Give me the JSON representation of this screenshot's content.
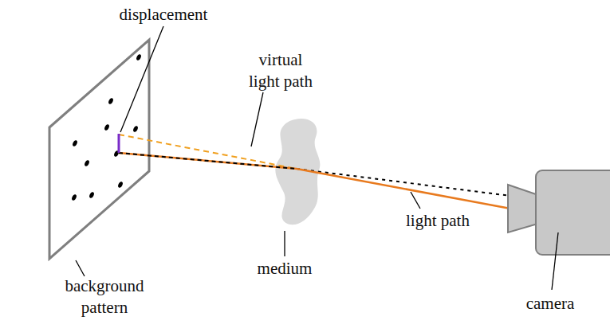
{
  "diagram": {
    "labels": [
      "displacement",
      "virtual light path",
      "light path",
      "medium",
      "background pattern",
      "camera"
    ]
  }
}
